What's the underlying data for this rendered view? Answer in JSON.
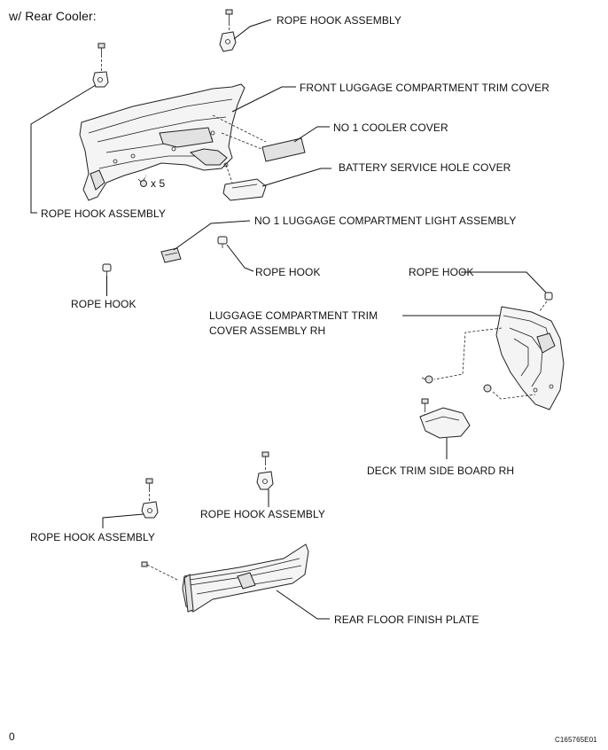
{
  "header": "w/ Rear Cooler:",
  "labels": {
    "rope_hook_assembly_top": "ROPE HOOK ASSEMBLY",
    "front_trim_cover": "FRONT LUGGAGE COMPARTMENT TRIM COVER",
    "cooler_cover": "NO  1 COOLER COVER",
    "battery_cover": "BATTERY SERVICE HOLE COVER",
    "rope_hook_assembly_left": "ROPE HOOK ASSEMBLY",
    "luggage_light": "NO  1 LUGGAGE COMPARTMENT LIGHT ASSEMBLY",
    "rope_hook_center": "ROPE HOOK",
    "rope_hook_right": "ROPE HOOK",
    "rope_hook_left": "ROPE HOOK",
    "trim_cover_rh_line1": "LUGGAGE COMPARTMENT TRIM",
    "trim_cover_rh_line2": "COVER ASSEMBLY RH",
    "deck_trim": "DECK TRIM SIDE BOARD RH",
    "rope_hook_assembly_mid": "ROPE HOOK ASSEMBLY",
    "rope_hook_assembly_lower_left": "ROPE HOOK ASSEMBLY",
    "rear_floor_plate": "REAR FLOOR FINISH PLATE"
  },
  "callout_x5": "x 5",
  "footer_left": "0",
  "figure_id": "C165765E01"
}
